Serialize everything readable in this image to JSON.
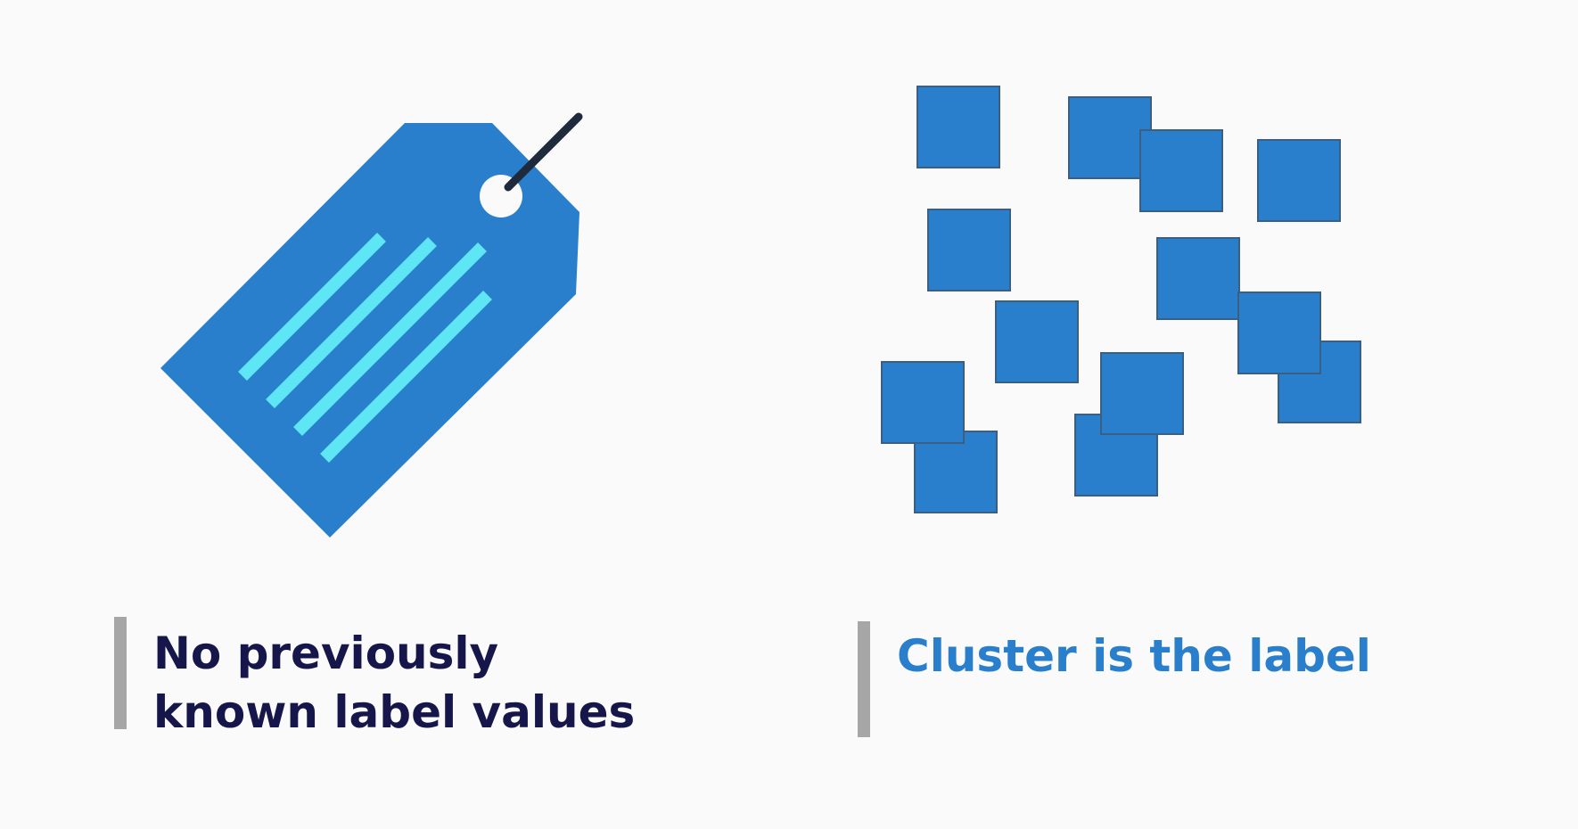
{
  "panels": [
    {
      "id": "left",
      "caption_lines": [
        "No previously",
        "known label values"
      ],
      "caption_color": "#16164a",
      "graphic": "price-tag-icon"
    },
    {
      "id": "right",
      "caption_lines": [
        "Cluster is the label"
      ],
      "caption_color": "#2a7fcc",
      "graphic": "scattered-squares"
    }
  ],
  "colors": {
    "background": "#fafafa",
    "tag_fill": "#2a7fcc",
    "tag_lines": "#5ee6f5",
    "tag_string": "#1f2b3d",
    "square_fill": "#2a7fcc",
    "square_stroke": "#3a5f82",
    "caption_bar": "#a6a6a6"
  }
}
